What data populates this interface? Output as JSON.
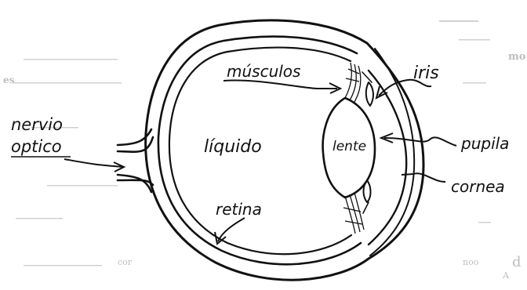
{
  "labels": {
    "nervio": "nervio",
    "optico": "optico",
    "musculos": "músculos",
    "iris": "iris",
    "liquido": "líquido",
    "lente": "lente",
    "pupila": "pupila",
    "cornea": "cornea",
    "retina": "retina"
  },
  "bleed": {
    "mo": "mo",
    "es": "es",
    "d": "d",
    "A": "A",
    "cor": "cor",
    "noo": "noo"
  }
}
